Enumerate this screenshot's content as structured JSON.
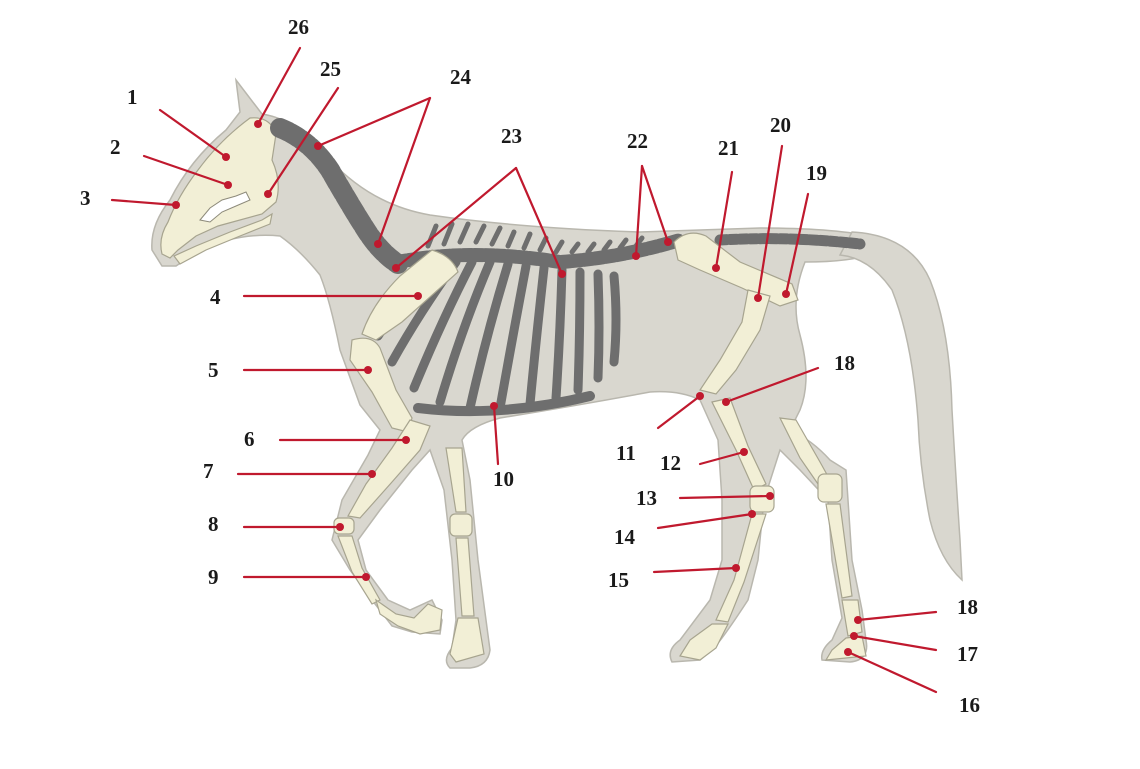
{
  "colors": {
    "body": "#d9d7cf",
    "outline": "#b9b7ae",
    "bone": "#f2efd6",
    "bone_outline": "#a7a48f",
    "vertebra": "#6e6e6e",
    "accent": "#c0192e"
  },
  "labels": [
    {
      "id": "l1",
      "text": "1"
    },
    {
      "id": "l2",
      "text": "2"
    },
    {
      "id": "l3",
      "text": "3"
    },
    {
      "id": "l4",
      "text": "4"
    },
    {
      "id": "l5",
      "text": "5"
    },
    {
      "id": "l6",
      "text": "6"
    },
    {
      "id": "l7",
      "text": "7"
    },
    {
      "id": "l8",
      "text": "8"
    },
    {
      "id": "l9",
      "text": "9"
    },
    {
      "id": "l10",
      "text": "10"
    },
    {
      "id": "l11",
      "text": "11"
    },
    {
      "id": "l12",
      "text": "12"
    },
    {
      "id": "l13",
      "text": "13"
    },
    {
      "id": "l14",
      "text": "14"
    },
    {
      "id": "l15",
      "text": "15"
    },
    {
      "id": "l16",
      "text": "16"
    },
    {
      "id": "l17",
      "text": "17"
    },
    {
      "id": "l18a",
      "text": "18"
    },
    {
      "id": "l18b",
      "text": "18"
    },
    {
      "id": "l19",
      "text": "19"
    },
    {
      "id": "l20",
      "text": "20"
    },
    {
      "id": "l21",
      "text": "21"
    },
    {
      "id": "l22",
      "text": "22"
    },
    {
      "id": "l23",
      "text": "23"
    },
    {
      "id": "l24",
      "text": "24"
    },
    {
      "id": "l25",
      "text": "25"
    },
    {
      "id": "l26",
      "text": "26"
    }
  ]
}
